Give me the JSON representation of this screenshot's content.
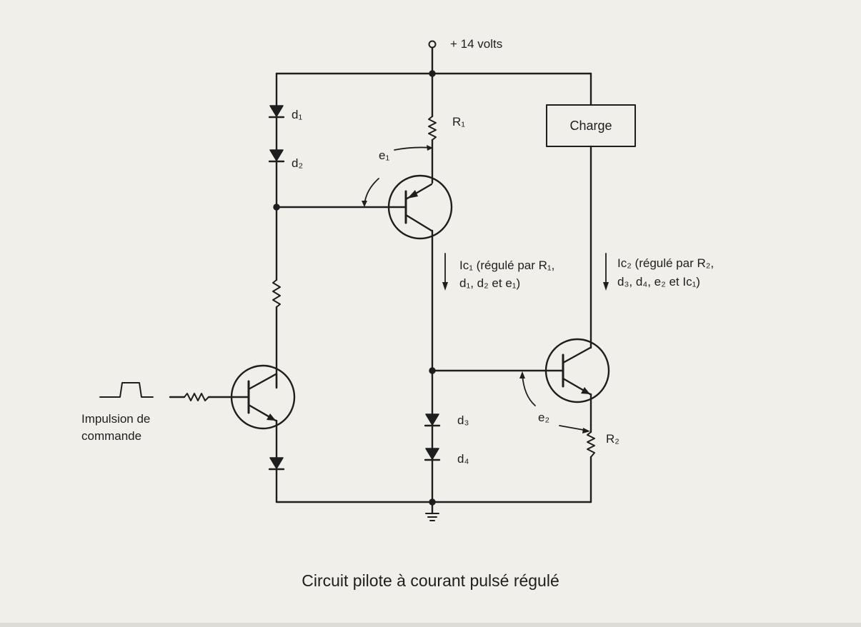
{
  "supply_label": "+ 14 volts",
  "load_label": "Charge",
  "components": {
    "d1": "d₁",
    "d2": "d₂",
    "d3": "d₃",
    "d4": "d₄",
    "r1": "R₁",
    "r2": "R₂",
    "e1": "e₁",
    "e2": "e₂"
  },
  "ic1_note": [
    "Ic₁ (régulé par R₁,",
    "d₁, d₂ et e₁)"
  ],
  "ic2_note": [
    "Ic₂ (régulé par R₂,",
    "d₃, d₄, e₂ et Ic₁)"
  ],
  "input_label": [
    "Impulsion de",
    "commande"
  ],
  "caption": "Circuit pilote à courant pulsé régulé"
}
